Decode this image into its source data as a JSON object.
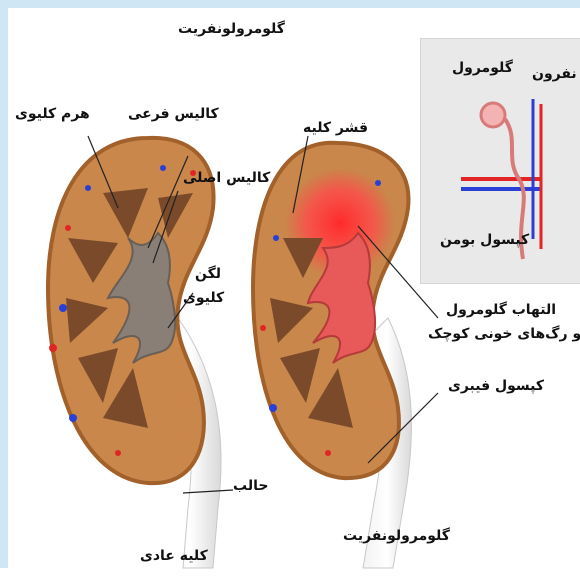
{
  "title_top": "گلومرولونفریت",
  "labels": {
    "renal_pyramid": "هرم کلیوی",
    "minor_calyx": "کالیس فرعی",
    "major_calyx": "کالیس اصلی",
    "renal_pelvis_line1": "لگن",
    "renal_pelvis_line2": "کلیوی",
    "ureter": "حالب",
    "renal_cortex": "قشر کلیه",
    "inflamed_line1": "التهاب گلومرول",
    "inflamed_line2": "و رگ‌های خونی کوچک",
    "fibrous_capsule": "کپسول فیبری",
    "nephron": "نفرون",
    "glomerulus": "گلومرول",
    "bowman_capsule": "کپسول بومن"
  },
  "captions": {
    "normal": "کلیه عادی",
    "diseased": "گلومرولونفریت"
  },
  "colors": {
    "capsule": "#b86a2f",
    "cortex": "#c9874b",
    "pyramid": "#7a4a2a",
    "calyx": "#8a7f76",
    "inflamed": "#e23a3a",
    "ureter": "#e8e8e8",
    "artery": "#e22424",
    "vein": "#2a3fd6"
  }
}
